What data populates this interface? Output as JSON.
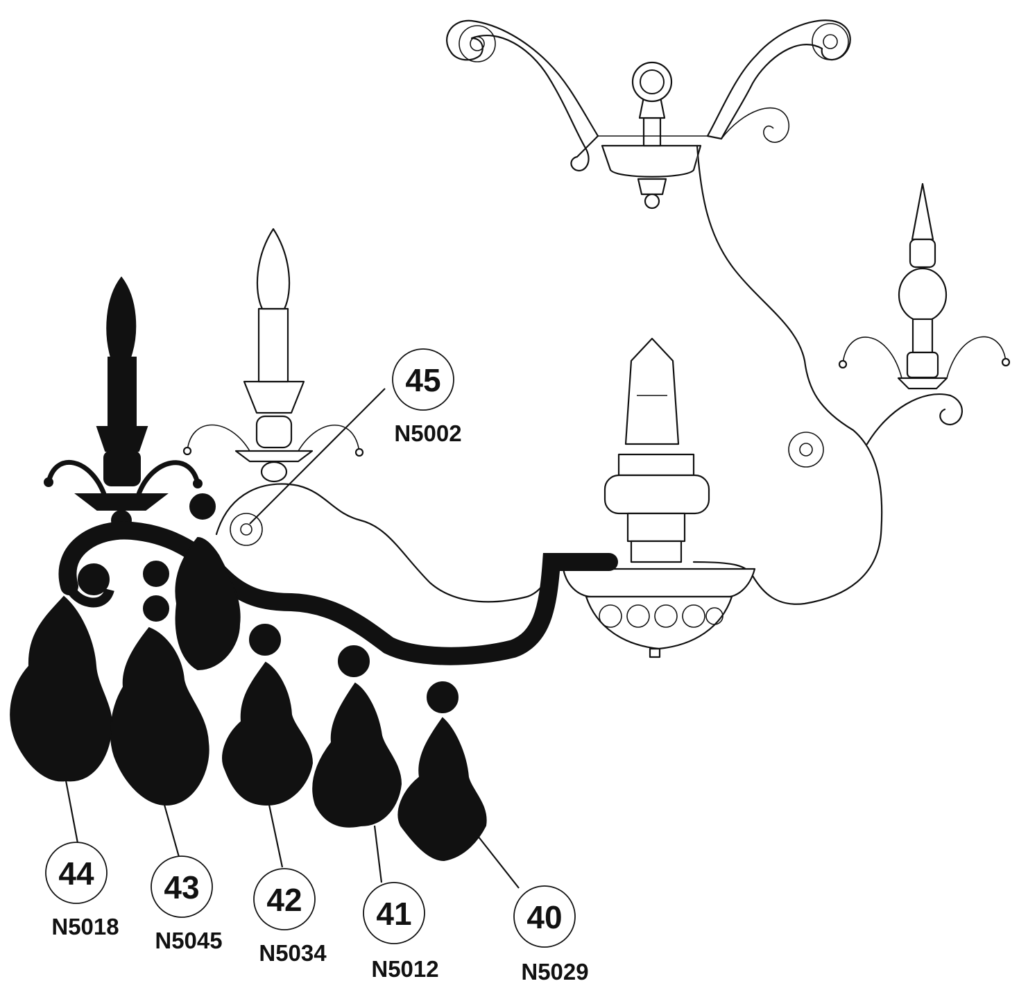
{
  "colors": {
    "ink": "#111111",
    "background": "#ffffff"
  },
  "callouts": [
    {
      "id": "45",
      "part": "N5002"
    },
    {
      "id": "44",
      "part": "N5018"
    },
    {
      "id": "43",
      "part": "N5045"
    },
    {
      "id": "42",
      "part": "N5034"
    },
    {
      "id": "41",
      "part": "N5012"
    },
    {
      "id": "40",
      "part": "N5029"
    }
  ]
}
